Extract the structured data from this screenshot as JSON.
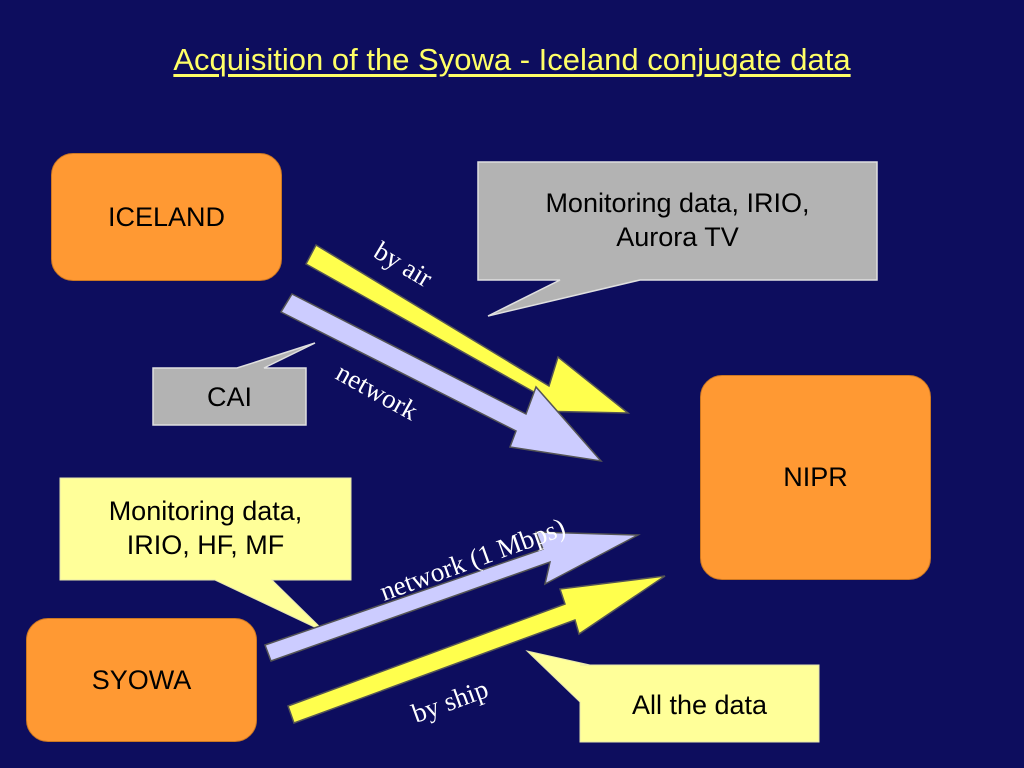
{
  "title": "Acquisition of the Syowa - Iceland conjugate data",
  "nodes": {
    "iceland": "ICELAND",
    "nipr": "NIPR",
    "syowa": "SYOWA"
  },
  "callouts": {
    "iceland_monitoring": [
      "Monitoring data, IRIO,",
      "Aurora TV"
    ],
    "cai": "CAI",
    "syowa_monitoring": [
      "Monitoring data,",
      "IRIO, HF, MF"
    ],
    "all_data": "All the data"
  },
  "arrows": {
    "by_air": "by air",
    "network": "network",
    "network_1mbps": "network (1 Mbps)",
    "by_ship": "by ship"
  },
  "colors": {
    "background": "#0d0d5e",
    "title": "#ffff66",
    "station": "#ff9933",
    "gray_callout": "#b3b3b3",
    "yellow_callout": "#ffff99",
    "yellow_arrow": "#ffff4d",
    "lavender_arrow": "#ccccff"
  }
}
